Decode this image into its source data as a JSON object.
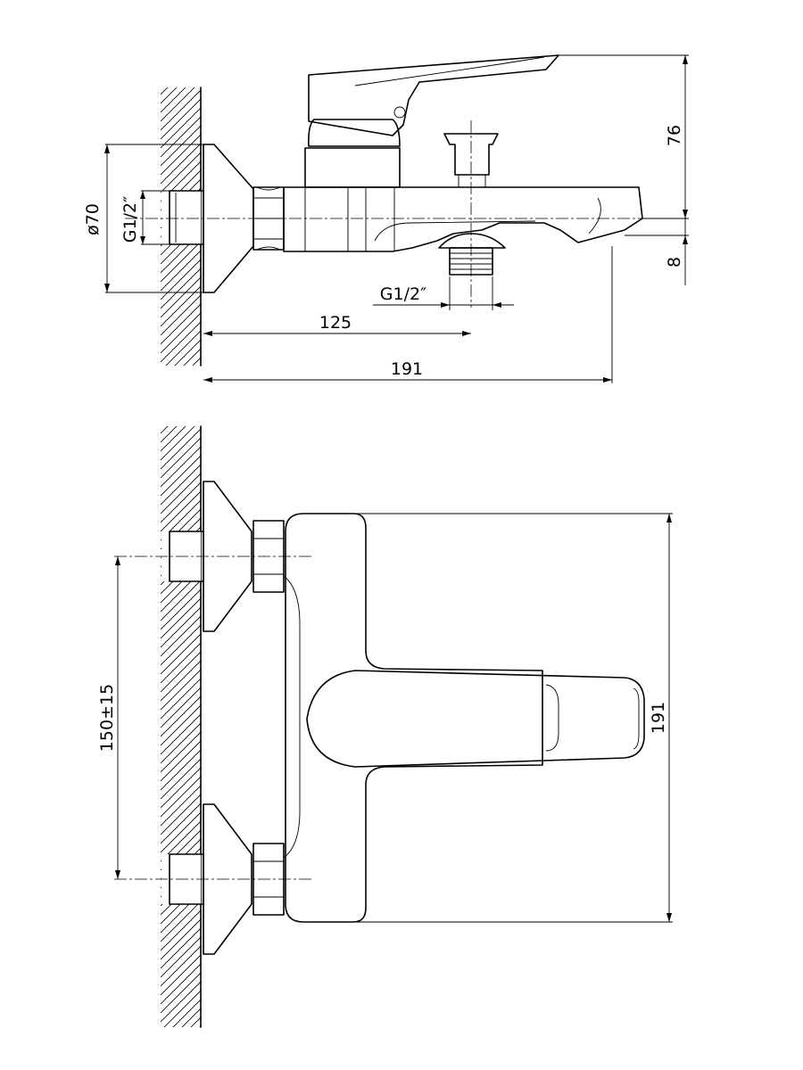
{
  "side_view": {
    "thread_inlet": "G1/2″",
    "thread_outlet": "G1/2″",
    "flange_diameter": "ø70",
    "spout_offset": "125",
    "overall_length": "191",
    "lever_height": "76",
    "spout_drop": "8"
  },
  "top_view": {
    "inlet_spacing": "150±15",
    "depth": "191"
  }
}
